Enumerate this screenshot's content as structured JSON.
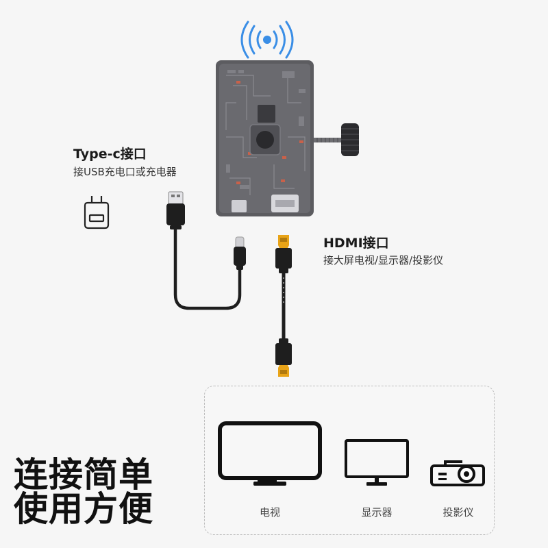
{
  "typec": {
    "title": "Type-c接口",
    "subtitle": "接USB充电口或充电器"
  },
  "hdmi": {
    "title": "HDMI接口",
    "subtitle": "接大屏电视/显示器/投影仪"
  },
  "slogan": {
    "line1": "连接简单",
    "line2": "使用方便"
  },
  "devices": [
    {
      "label": "电视",
      "icon": "tv-icon"
    },
    {
      "label": "显示器",
      "icon": "monitor-icon"
    },
    {
      "label": "投影仪",
      "icon": "projector-icon"
    }
  ],
  "colors": {
    "background": "#f6f6f6",
    "device_body": "#5a5a5e",
    "cable": "#1e1e1e",
    "hdmi_gold": "#e8a317",
    "text": "#111111"
  }
}
